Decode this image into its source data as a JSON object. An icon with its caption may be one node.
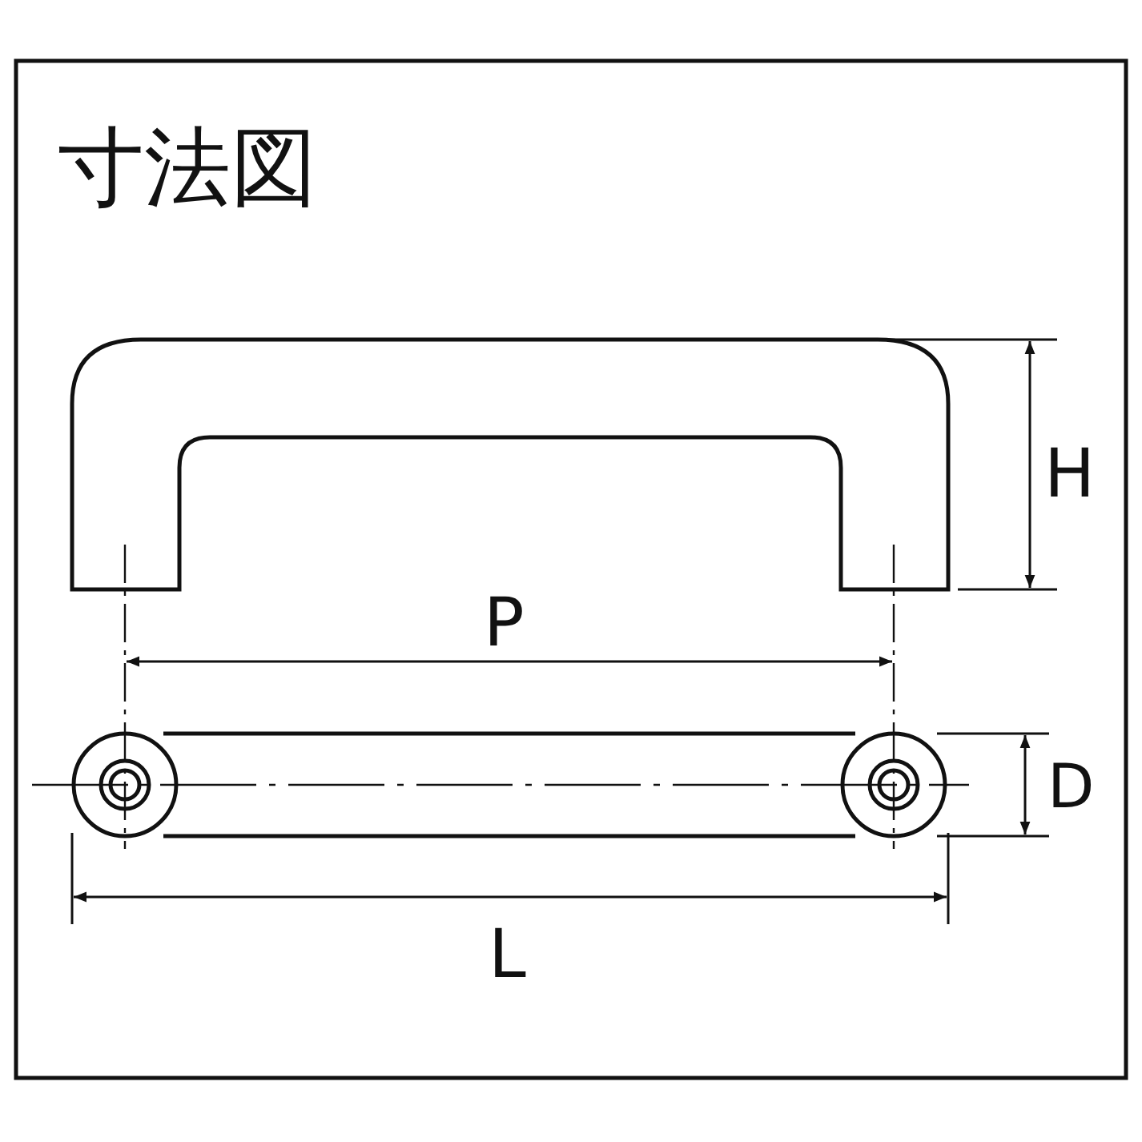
{
  "diagram": {
    "title": "寸法図",
    "labels": [
      "H",
      "P",
      "D",
      "L"
    ]
  }
}
